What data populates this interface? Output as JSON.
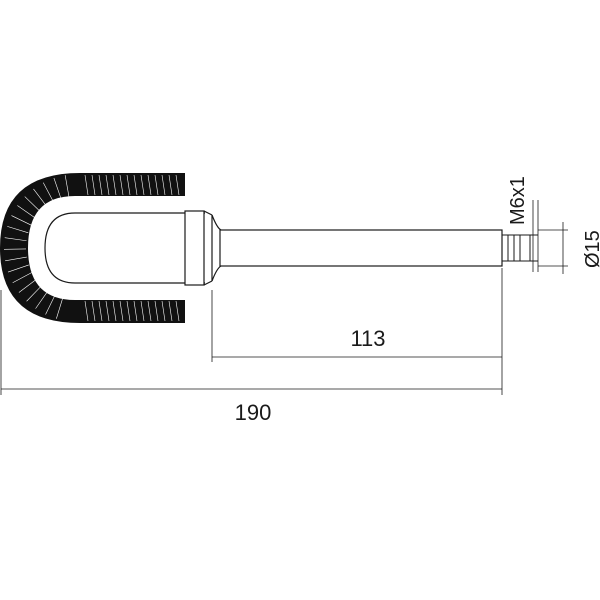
{
  "drawing": {
    "title": "Brush with shaft — technical drawing",
    "ink_color": "#1a1a1a",
    "bristle_color": "#111111",
    "background": "#ffffff"
  },
  "dimensions": {
    "overall_length": "190",
    "shaft_length": "113",
    "shaft_diameter": "Ø15",
    "thread": "M6x1"
  }
}
